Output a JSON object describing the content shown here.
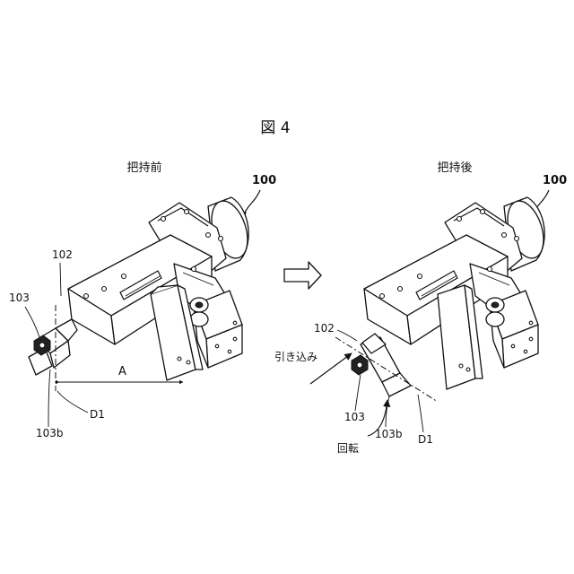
{
  "figure": {
    "title": "図 4",
    "before": {
      "heading": "把持前",
      "ref_device": "100",
      "ref_102": "102",
      "ref_103": "103",
      "ref_103b": "103b",
      "ref_D1": "D1",
      "ref_A": "A"
    },
    "after": {
      "heading": "把持後",
      "ref_device": "100",
      "ref_102": "102",
      "ref_103": "103",
      "ref_103b": "103b",
      "ref_D1": "D1",
      "label_pull": "引き込み",
      "label_rotate": "回転"
    }
  }
}
